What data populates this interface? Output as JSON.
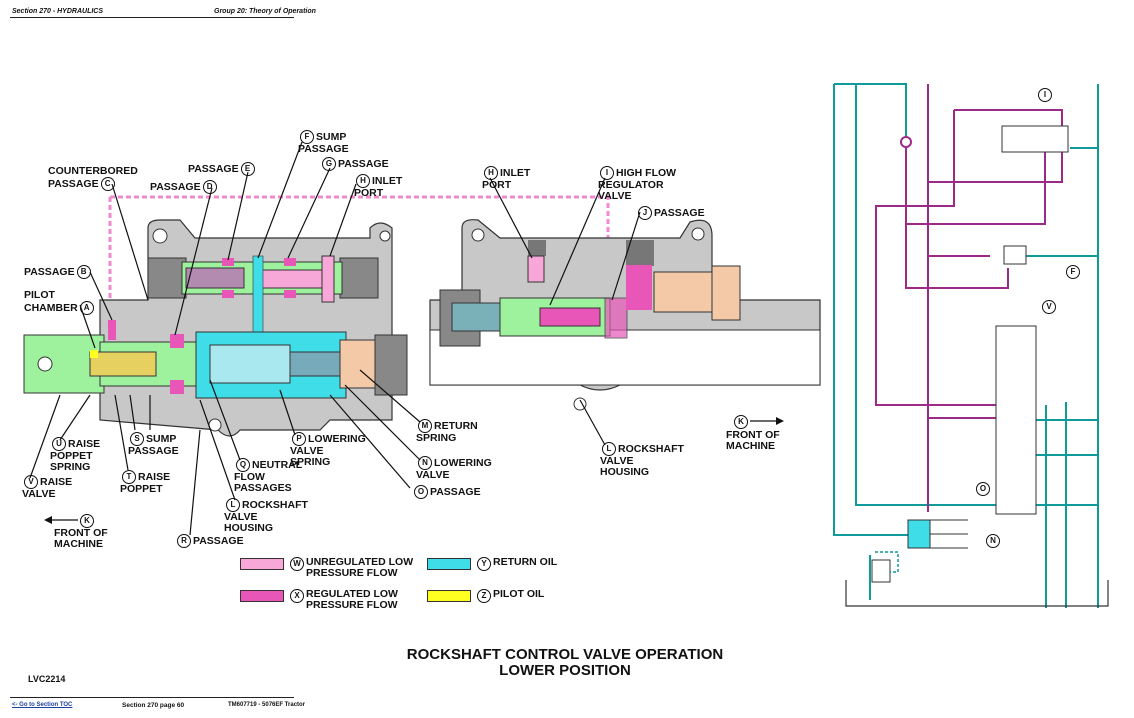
{
  "header": {
    "section": "Section 270 - HYDRAULICS",
    "group": "Group 20: Theory of Operation"
  },
  "footer": {
    "toc_link": "<- Go to Section TOC",
    "page": "Section 270 page 60",
    "manual": "TM607719 - 5076EF Tractor"
  },
  "figure_id": "LVC2214",
  "title": {
    "line1": "ROCKSHAFT CONTROL VALVE OPERATION",
    "line2": "LOWER POSITION"
  },
  "colors": {
    "unregulated_low_pressure": "#f7a8d8",
    "regulated_low_pressure": "#e857b8",
    "return_oil": "#3fdde8",
    "pilot_oil": "#ffff22",
    "housing": "#c8c8c8",
    "spool": "#9ef29e",
    "bronze": "#f3c9a8",
    "schematic_pressure": "#9b2b86",
    "schematic_return": "#0f9b9b"
  },
  "callouts": {
    "A": {
      "letter": "A",
      "text": "PILOT\nCHAMBER"
    },
    "B": {
      "letter": "B",
      "text": "PASSAGE"
    },
    "C": {
      "letter": "C",
      "text": "COUNTERBORED\nPASSAGE"
    },
    "D": {
      "letter": "D",
      "text": "PASSAGE"
    },
    "E": {
      "letter": "E",
      "text": "PASSAGE"
    },
    "F": {
      "letter": "F",
      "text": "SUMP\nPASSAGE"
    },
    "G": {
      "letter": "G",
      "text": "PASSAGE"
    },
    "H1": {
      "letter": "H",
      "text": "INLET\nPORT"
    },
    "H2": {
      "letter": "H",
      "text": "INLET\nPORT"
    },
    "I": {
      "letter": "I",
      "text": "HIGH FLOW\nREGULATOR\nVALVE"
    },
    "J": {
      "letter": "J",
      "text": "PASSAGE"
    },
    "K1": {
      "letter": "K",
      "text": "FRONT OF\nMACHINE"
    },
    "K2": {
      "letter": "K",
      "text": "FRONT OF\nMACHINE"
    },
    "L1": {
      "letter": "L",
      "text": "ROCKSHAFT\nVALVE\nHOUSING"
    },
    "L2": {
      "letter": "L",
      "text": "ROCKSHAFT\nVALVE\nHOUSING"
    },
    "M": {
      "letter": "M",
      "text": "RETURN\nSPRING"
    },
    "N": {
      "letter": "N",
      "text": "LOWERING\nVALVE"
    },
    "O": {
      "letter": "O",
      "text": "PASSAGE"
    },
    "P": {
      "letter": "P",
      "text": "LOWERING\nVALVE\nSPRING"
    },
    "Q": {
      "letter": "Q",
      "text": "NEUTRAL\nFLOW\nPASSAGES"
    },
    "R": {
      "letter": "R",
      "text": "PASSAGE"
    },
    "S": {
      "letter": "S",
      "text": "SUMP\nPASSAGE"
    },
    "T": {
      "letter": "T",
      "text": "RAISE\nPOPPET"
    },
    "U": {
      "letter": "U",
      "text": "RAISE\nPOPPET\nSPRING"
    },
    "V": {
      "letter": "V",
      "text": "RAISE\nVALVE"
    }
  },
  "schematic_labels": {
    "I": "I",
    "F": "F",
    "V": "V",
    "O": "O",
    "N": "N"
  },
  "legend": [
    {
      "letter": "W",
      "text": "UNREGULATED LOW\nPRESSURE FLOW",
      "color": "#f7a8d8"
    },
    {
      "letter": "X",
      "text": "REGULATED LOW\nPRESSURE FLOW",
      "color": "#e857b8"
    },
    {
      "letter": "Y",
      "text": "RETURN OIL",
      "color": "#3fdde8"
    },
    {
      "letter": "Z",
      "text": "PILOT OIL",
      "color": "#ffff22"
    }
  ]
}
